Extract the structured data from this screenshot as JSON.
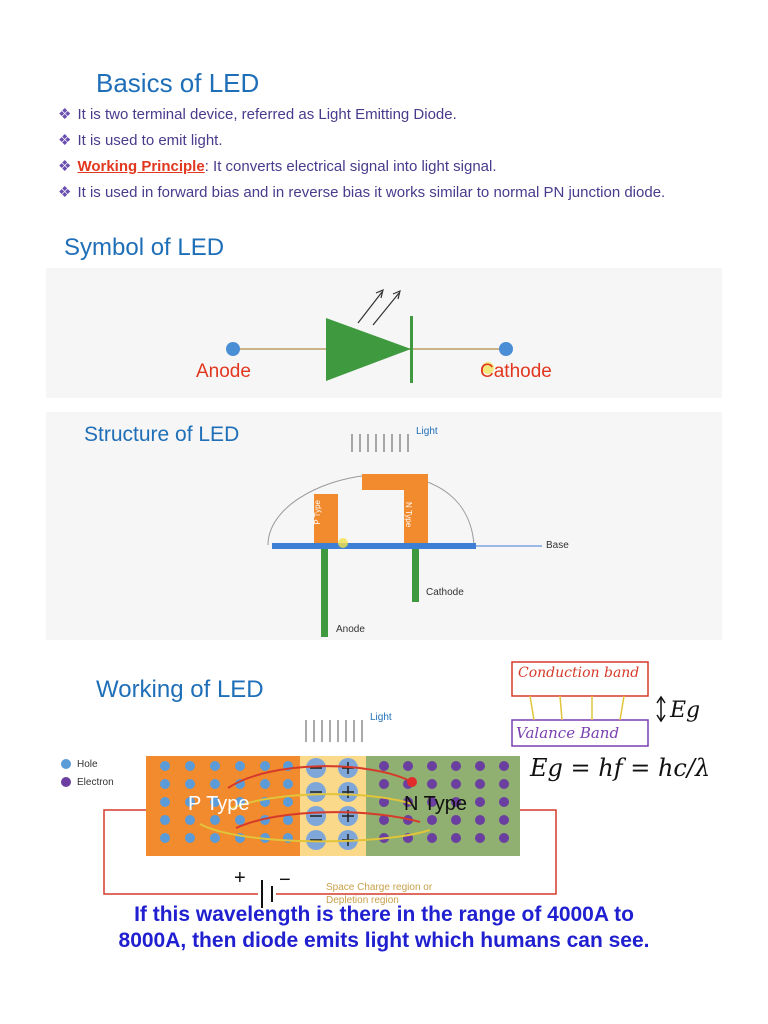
{
  "basics": {
    "title": "Basics of LED",
    "bullets": [
      {
        "text": "It is two terminal device, referred as Light Emitting Diode."
      },
      {
        "text": "It is used to emit light."
      },
      {
        "highlight": "Working Principle",
        "text": ": It converts electrical signal into light signal."
      },
      {
        "text": "It is used in forward bias and in reverse bias it works similar to normal PN junction diode."
      }
    ]
  },
  "symbol": {
    "title": "Symbol of LED",
    "anode": "Anode",
    "cathode": "Cathode"
  },
  "structure": {
    "title": "Structure of LED",
    "light": "Light",
    "p_type": "P Type",
    "n_type": "N Type",
    "base": "Base",
    "cathode": "Cathode",
    "anode": "Anode"
  },
  "working": {
    "title": "Working of LED",
    "light": "Light",
    "legend_hole": "Hole",
    "legend_electron": "Electron",
    "p_type": "P Type",
    "n_type": "N Type",
    "depletion_line1": "Space Charge region or",
    "depletion_line2": "Depletion region",
    "conduction_band": "Conduction band",
    "valance_band": "Valance Band",
    "eg_label": "Eg",
    "equation": "Eg = hf = hc/λ",
    "plus": "+",
    "minus": "−"
  },
  "caption": {
    "line1": "If this wavelength is there in the range of 4000A to",
    "line2": "8000A, then diode emits light which humans can see."
  },
  "colors": {
    "title_blue": "#1f6fb8",
    "bullet_purple": "#4a3a8c",
    "highlight_red": "#e2371f",
    "diode_green": "#3f9a3f",
    "p_orange": "#f28a2e",
    "n_green": "#8fb070",
    "hole_blue": "#5a9bd8",
    "electron_purple": "#6a3fa0"
  }
}
